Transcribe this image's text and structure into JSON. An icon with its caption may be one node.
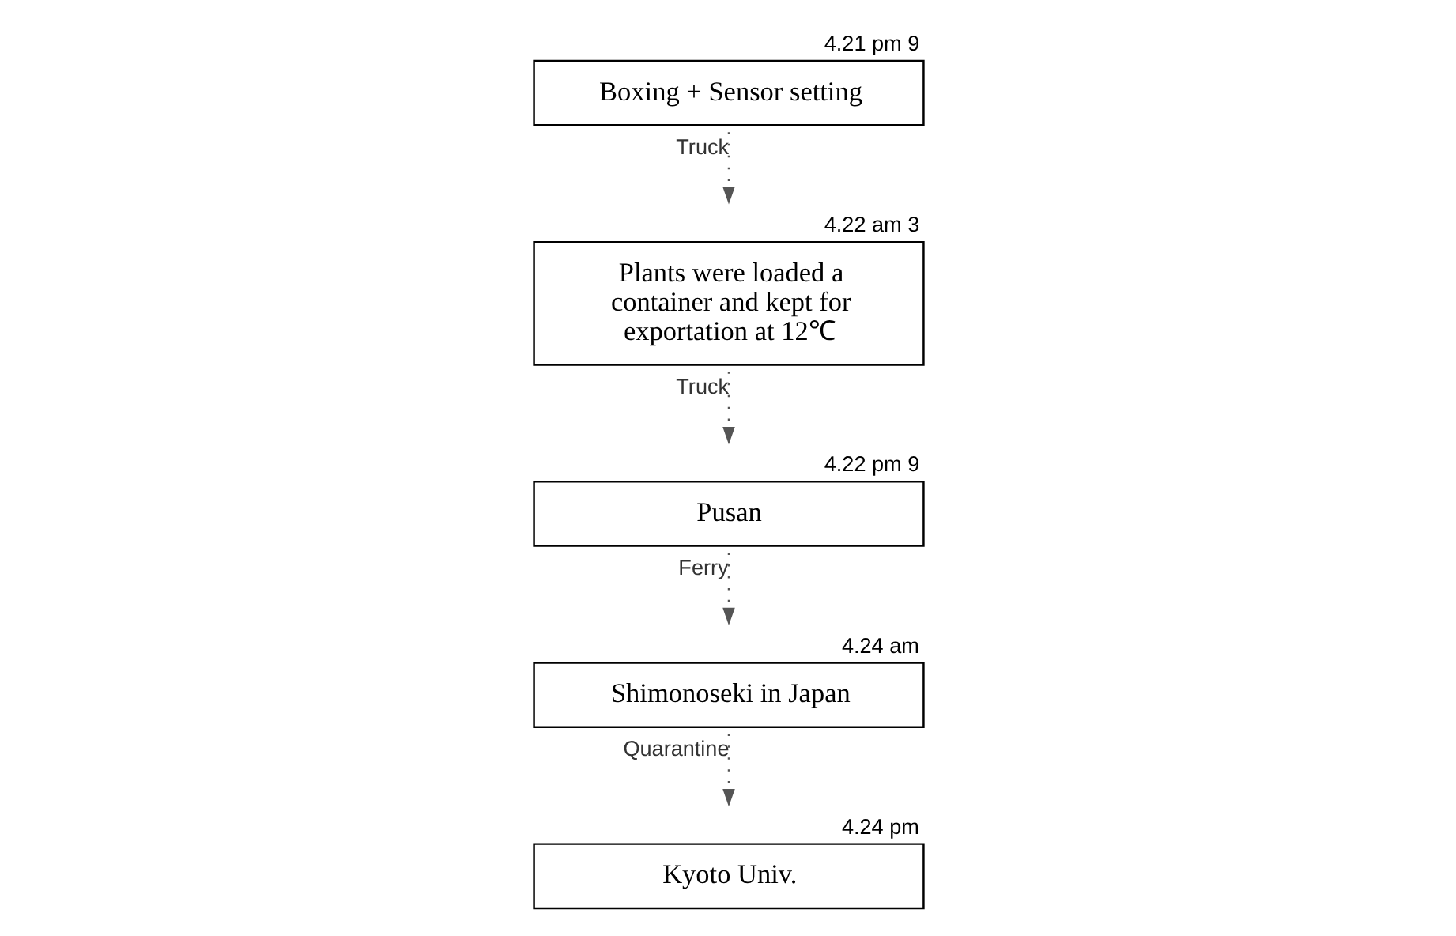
{
  "diagram": {
    "nodes": [
      {
        "text": [
          "Boxing + Sensor setting"
        ],
        "beside": [
          "4.21 pm 9"
        ]
      },
      {
        "text": [
          "Plants were loaded a container and kept for exportation at 12℃"
        ],
        "beside": [
          "4.22 am 3"
        ]
      },
      {
        "text": [
          "Pusan"
        ],
        "beside": [
          "4.22 pm 9"
        ]
      },
      {
        "text": [
          "Shimonoseki in Japan"
        ],
        "beside": [
          "4.24 am"
        ]
      },
      {
        "text": [
          "Kyoto Univ."
        ],
        "beside": [
          "4.24 pm"
        ]
      }
    ],
    "edges": [
      {
        "from": 0,
        "to": 1,
        "arrow": "to",
        "label": "Truck",
        "style": "dashed"
      },
      {
        "from": 1,
        "to": 2,
        "arrow": "to",
        "label": "Truck",
        "style": "dashed"
      },
      {
        "from": 2,
        "to": 3,
        "arrow": "to",
        "label": "Ferry",
        "style": "dashed"
      },
      {
        "from": 3,
        "to": 4,
        "arrow": "to",
        "label": "Quarantine",
        "style": "dashed"
      }
    ]
  }
}
